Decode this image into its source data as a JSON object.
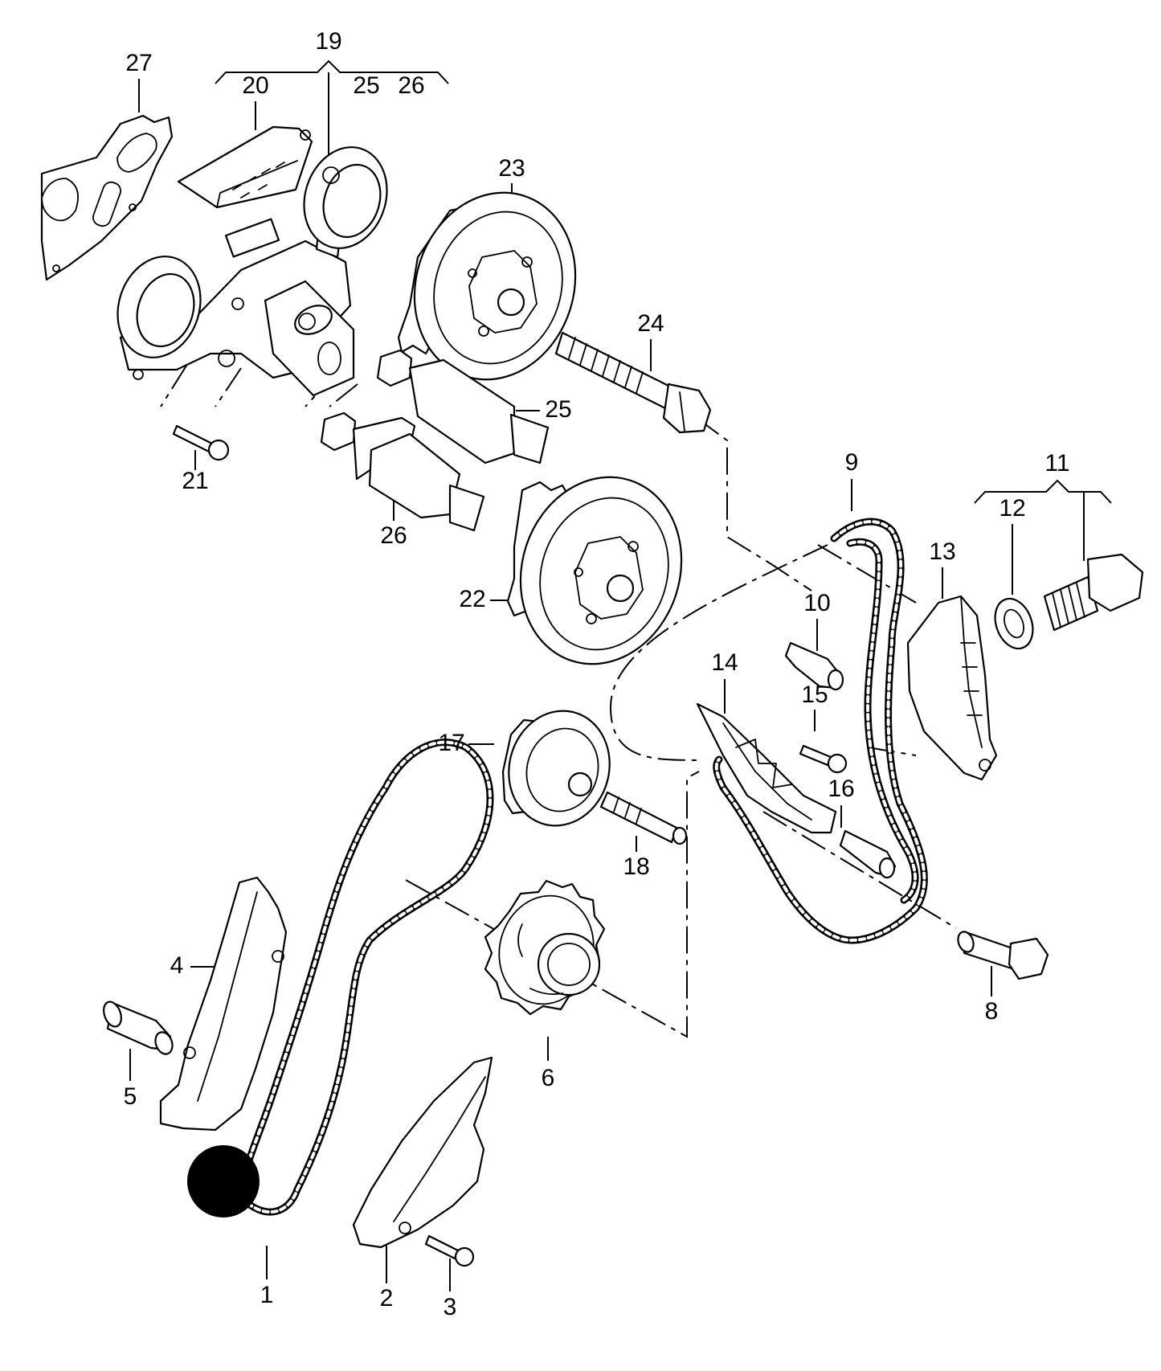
{
  "diagram": {
    "labels": {
      "l1": "1",
      "l2": "2",
      "l3": "3",
      "l4": "4",
      "l5": "5",
      "l6": "6",
      "l8": "8",
      "l9": "9",
      "l10": "10",
      "l11": "11",
      "l12": "12",
      "l13": "13",
      "l14": "14",
      "l15": "15",
      "l16": "16",
      "l17": "17",
      "l18": "18",
      "l19": "19",
      "l20": "20",
      "l21": "21",
      "l22": "22",
      "l23": "23",
      "l24": "24",
      "l25a": "25",
      "l25b": "25",
      "l26a": "26",
      "l26b": "26",
      "l27": "27"
    }
  }
}
